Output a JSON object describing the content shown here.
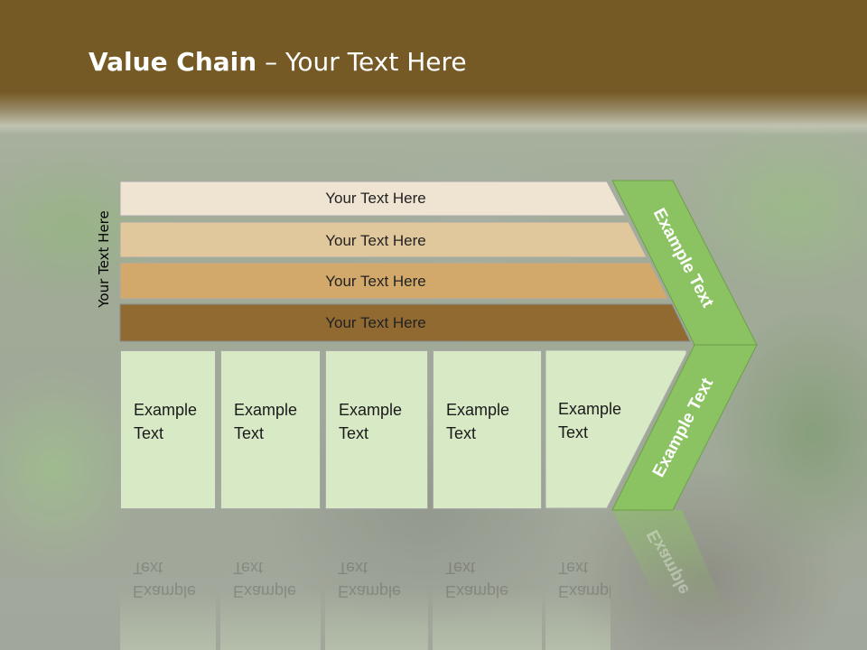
{
  "slide": {
    "title_bold": "Value Chain",
    "title_rest": " – Your Text Here",
    "side_label": "Your Text Here"
  },
  "support_bars": [
    {
      "label": "Your Text Here",
      "color": "#efe3d2"
    },
    {
      "label": "Your Text Here",
      "color": "#e1c79c"
    },
    {
      "label": "Your Text Here",
      "color": "#d2a96a"
    },
    {
      "label": "Your Text Here",
      "color": "#916a31"
    }
  ],
  "primary_boxes": [
    {
      "line1": "Example",
      "line2": "Text"
    },
    {
      "line1": "Example",
      "line2": "Text"
    },
    {
      "line1": "Example",
      "line2": "Text"
    },
    {
      "line1": "Example",
      "line2": "Text"
    },
    {
      "line1": "Example",
      "line2": "Text"
    }
  ],
  "margin": {
    "top_label": "Example Text",
    "bottom_label": "Example Text",
    "color": "#8bc262"
  }
}
